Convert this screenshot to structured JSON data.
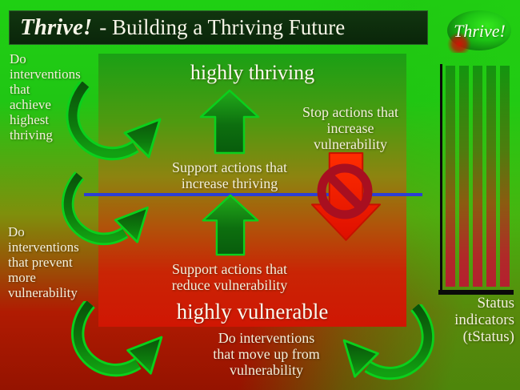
{
  "title_bar": {
    "brand": "Thrive!",
    "subtitle": "- Building a Thriving Future"
  },
  "logo": {
    "text": "Thrive!"
  },
  "left_labels": {
    "top": "Do\ninterventions\nthat\nachieve\nhighest\nthriving",
    "middle": "Do\ninterventions\nthat prevent\nmore\nvulnerability"
  },
  "matrix": {
    "top_state": "highly thriving",
    "bottom_state": "highly vulnerable",
    "support_increase": "Support actions that\nincrease thriving",
    "support_reduce": "Support actions that\nreduce vulnerability",
    "stop_actions": "Stop actions that\nincrease\nvulnerability"
  },
  "bottom_label": "Do interventions\nthat move up from\nvulnerability",
  "status_chart": {
    "label": "Status\nindicators\n(tStatus)",
    "bar_count": 5
  },
  "colors": {
    "threshold_blue": "#2b3fd6",
    "bright_green": "#0ad01c",
    "arrow_red": "#ee1500",
    "prohibition_red": "#a80f20"
  }
}
